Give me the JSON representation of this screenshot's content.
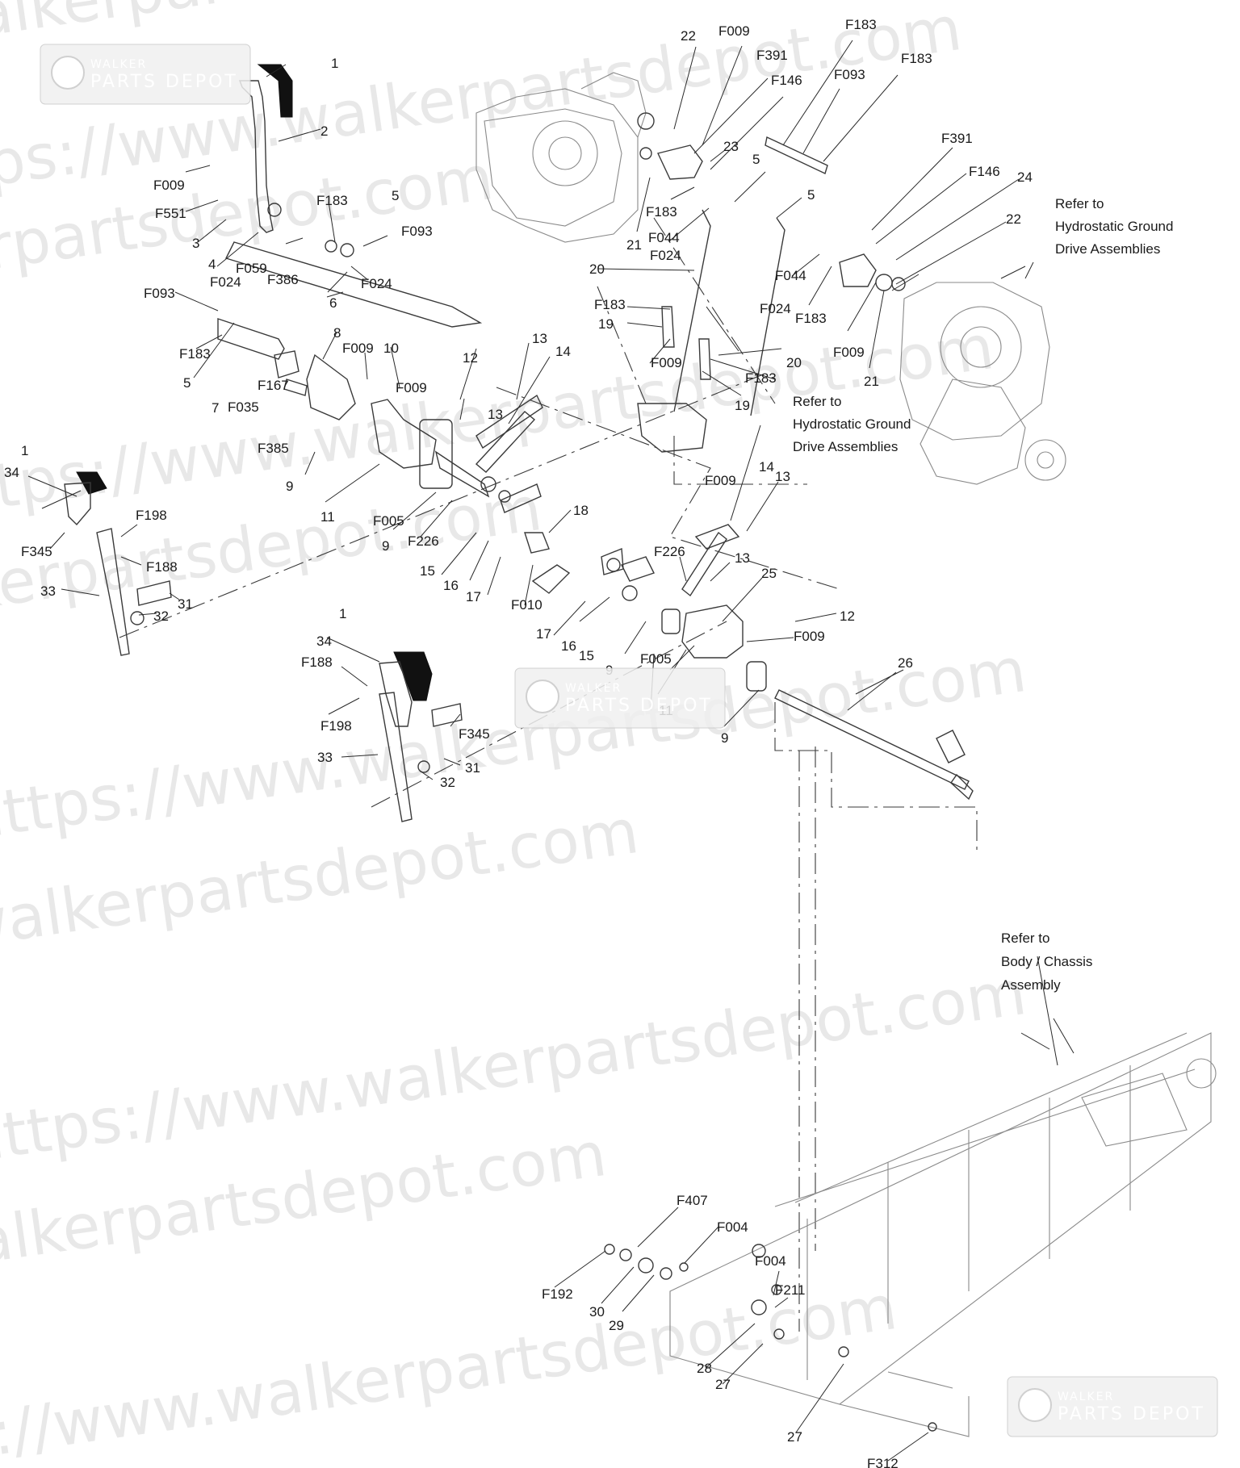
{
  "watermark": {
    "text": "https://www.walkerpartsdepot.com",
    "color": "#d7d7d7"
  },
  "badge": {
    "name": "WALKER",
    "subtitle": "PARTS DEPOT"
  },
  "notes": {
    "hydro_top_right": [
      "Refer to",
      "Hydrostatic Ground",
      "Drive Assemblies"
    ],
    "hydro_middle": [
      "Refer to",
      "Hydrostatic Ground",
      "Drive Assemblies"
    ],
    "body_chassis": [
      "Refer to",
      "Body / Chassis",
      "Assembly"
    ]
  },
  "callouts": [
    "1",
    "2",
    "F009",
    "F551",
    "3",
    "4",
    "F059",
    "F183",
    "5",
    "F093",
    "F386",
    "F024",
    "6",
    "F093",
    "F024",
    "F183",
    "5",
    "8",
    "F009",
    "10",
    "7",
    "F035",
    "F167",
    "F385",
    "F009",
    "12",
    "13",
    "14",
    "13",
    "9",
    "11",
    "F005",
    "9",
    "F226",
    "15",
    "16",
    "17",
    "18",
    "F010",
    "1",
    "34",
    "F345",
    "F198",
    "F188",
    "33",
    "31",
    "32",
    "22",
    "F009",
    "F391",
    "F146",
    "F183",
    "F093",
    "F183",
    "23",
    "F183",
    "21",
    "F044",
    "F024",
    "5",
    "5",
    "20",
    "F183",
    "19",
    "F009",
    "F024",
    "20",
    "F183",
    "19",
    "F009",
    "F391",
    "F146",
    "24",
    "22",
    "F044",
    "F183",
    "F009",
    "21",
    "14",
    "13",
    "F226",
    "13",
    "25",
    "12",
    "F009",
    "17",
    "16",
    "15",
    "9",
    "F005",
    "11",
    "9",
    "26",
    "1",
    "34",
    "F188",
    "F198",
    "F345",
    "33",
    "31",
    "32",
    "F407",
    "F004",
    "F004",
    "F211",
    "F192",
    "30",
    "29",
    "28",
    "27",
    "27",
    "F312"
  ]
}
